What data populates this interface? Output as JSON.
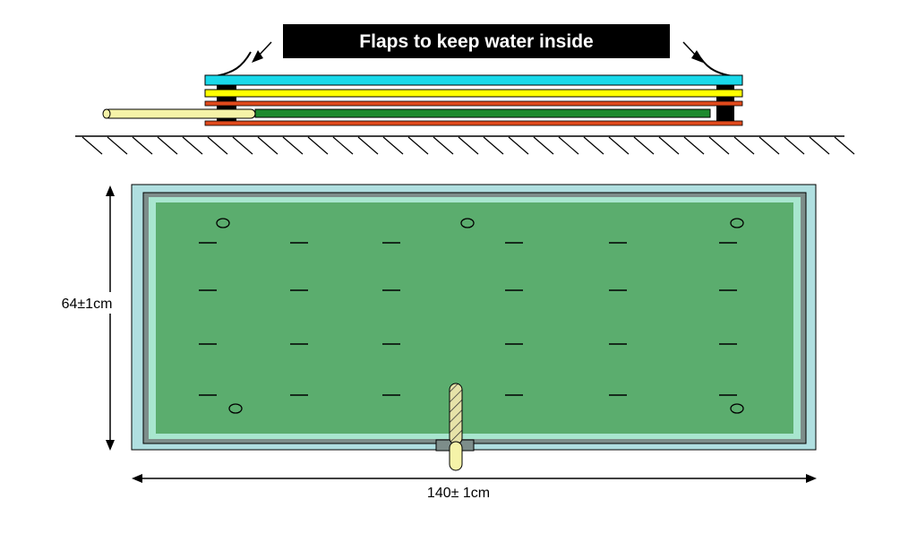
{
  "title": "Flaps to keep water inside",
  "dimensions": {
    "height_label": "64±1cm",
    "width_label": "140± 1cm"
  },
  "colors": {
    "top_layer": "#19d9ea",
    "second_layer": "#ffff00",
    "red_layer": "#e04a1c",
    "green_layer": "#1e8a2e",
    "tube": "#f5f3a8",
    "frame_outer": "#b0dfe0",
    "frame_inner": "#7d8d8a",
    "water": "#5bad6e",
    "water_border": "#a8e6cf",
    "banner": "#000000"
  },
  "icons": [
    "flap-arrow-icon",
    "tube-icon",
    "hatch-ground-icon"
  ]
}
